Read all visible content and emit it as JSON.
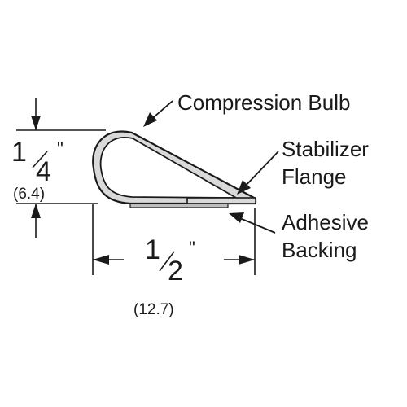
{
  "labels": {
    "compression_bulb": "Compression Bulb",
    "stabilizer_line1": "Stabilizer",
    "stabilizer_line2": "Flange",
    "adhesive_line1": "Adhesive",
    "adhesive_line2": "Backing"
  },
  "height_dim": {
    "numerator": "1",
    "denominator": "4",
    "inch_mark": "\"",
    "metric": "(6.4)"
  },
  "width_dim": {
    "numerator": "1",
    "denominator": "2",
    "inch_mark": "\"",
    "metric": "(12.7)"
  },
  "colors": {
    "profile_fill": "#d9d9d9",
    "line": "#1a1a1a"
  }
}
